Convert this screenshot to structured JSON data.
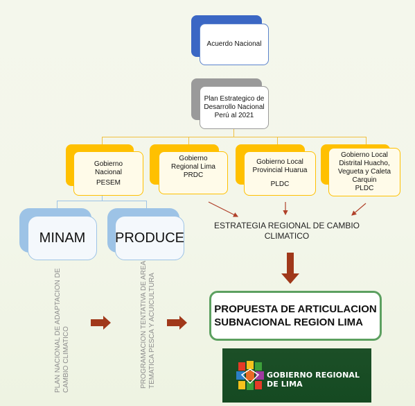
{
  "nodes": {
    "acuerdo": "Acuerdo Nacional",
    "plan_line1": "Plan Estrategico de",
    "plan_line2": "Desarrollo Nacional",
    "plan_line3": "Perú al 2021",
    "gob_nacional_line1": "Gobierno",
    "gob_nacional_line2": "Nacional",
    "gob_nacional_tag": "PESEM",
    "gob_regional_line1": "Gobierno",
    "gob_regional_line2": "Regional Lima",
    "gob_regional_tag": "PRDC",
    "gob_local_prov_line1": "Gobierno  Local",
    "gob_local_prov_line2": "Provincial Huarua",
    "gob_local_prov_tag": "PLDC",
    "gob_local_dist_line1": "Gobierno Local",
    "gob_local_dist_line2": "Distrital  Huacho,",
    "gob_local_dist_line3": "Vegueta y Caleta",
    "gob_local_dist_line4": "Carquin",
    "gob_local_dist_tag": "PLDC",
    "minam": "MINAM",
    "produce": "PRODUCE"
  },
  "estrategia_line1": "ESTRATEGIA REGIONAL DE CAMBIO",
  "estrategia_line2": "CLIMATICO",
  "plan_adaptacion_line1": "PLAN NACIONAL DE ADAPTACION DE",
  "plan_adaptacion_line2": "CAMBIO CLIMATICO",
  "programacion_line1": "PROGRAMACION TENTATIVA DE AREA",
  "programacion_line2": "TEMATICA PESCA Y ACUICULTURA",
  "propuesta_line1": "PROPUESTA DE ARTICULACION",
  "propuesta_line2": "SUBNACIONAL  REGION LIMA",
  "logo_text": "GOBIERNO REGIONAL DE LIMA",
  "colors": {
    "tier_top": "#3b67c4",
    "tier_plan": "#9a9a9a",
    "tier_gobierno": "#ffc000",
    "tier_sector": "#9dc3e6",
    "arrow": "#a0381a",
    "propuesta_border": "#5ca060",
    "logo_bg": "#1c4f27"
  }
}
